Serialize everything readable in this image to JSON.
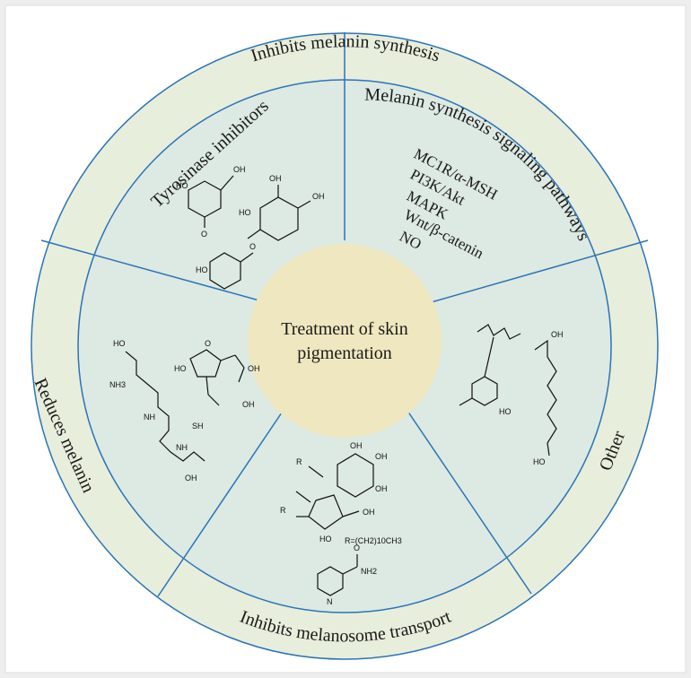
{
  "center": {
    "line1": "Treatment of skin",
    "line2": "pigmentation"
  },
  "outer_ring": {
    "top": "Inhibits melanin synthesis",
    "left": "Reduces melanin",
    "bottom": "Inhibits melanosome transport",
    "right": "Other"
  },
  "inner_sectors": {
    "tyrosinase": "Tyrosinase inhibitors",
    "signaling": "Melanin synthesis signaling pathways"
  },
  "signaling_pathways": [
    "MC1R/α-MSH",
    "PI3K/Akt",
    "MAPK",
    "Wnt/β-catenin",
    "NO"
  ],
  "chem_labels": {
    "ho": "HO",
    "oh": "OH",
    "o": "O",
    "nh": "NH",
    "nh2": "NH2",
    "nh3": "NH3",
    "sh": "SH",
    "r": "R",
    "n": "N",
    "r_formula": "R=(CH2)10CH3"
  },
  "colors": {
    "background": "#eeeeee",
    "outer_ring": "#e8eedc",
    "inner_disc": "#dde9e3",
    "center": "#efe7bf",
    "lines": "#2a74b8"
  }
}
